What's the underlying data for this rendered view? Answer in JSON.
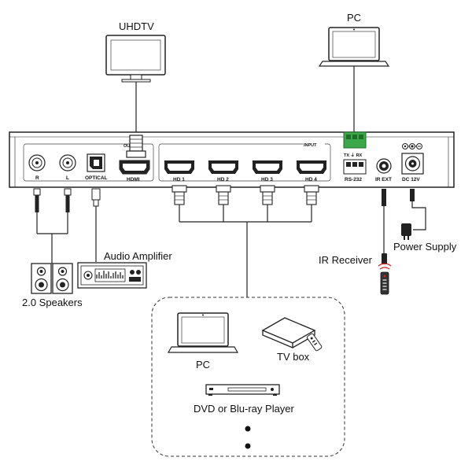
{
  "labels": {
    "uhdtv": "UHDTV",
    "pc_top": "PC",
    "audio_amplifier": "Audio Amplifier",
    "speakers": "2.0 Speakers",
    "ir_receiver": "IR Receiver",
    "power_supply": "Power Supply",
    "pc_source": "PC",
    "tv_box": "TV box",
    "dvd_player": "DVD or Blu-ray Player"
  },
  "panel": {
    "output_group": "OUTPUT",
    "input_group": "INPUT",
    "port_r": "R",
    "port_l": "L",
    "port_optical": "OPTICAL",
    "port_hdmi": "HDMI",
    "port_hd1": "HD 1",
    "port_hd2": "HD 2",
    "port_hd3": "HD 3",
    "port_hd4": "HD 4",
    "port_rs232": "RS-232",
    "rs232_pins": "TX ⏚ RX",
    "port_ir_ext": "IR EXT",
    "port_dc": "DC 12V"
  },
  "icons": [
    "tv-monitor-icon",
    "laptop-icon",
    "speakers-icon",
    "amplifier-icon",
    "ir-remote-icon",
    "power-adapter-icon",
    "tv-box-icon",
    "disc-player-icon"
  ]
}
